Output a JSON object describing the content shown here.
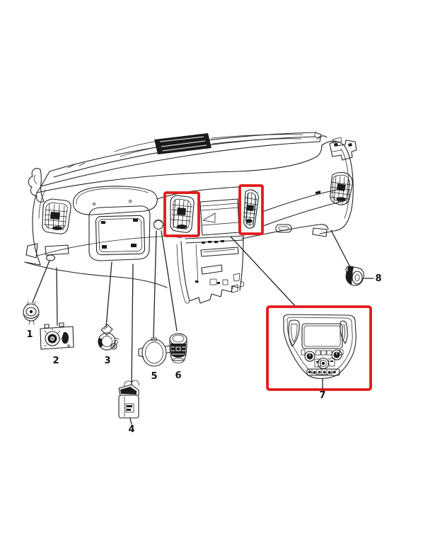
{
  "page": {
    "background_color": "#ffffff"
  },
  "diagram": {
    "kind": "vehicle-dashboard-parts-diagram",
    "line_color": "#232323",
    "highlight_color": "#df1b1b",
    "callouts": [
      {
        "label": "1"
      },
      {
        "label": "2"
      },
      {
        "label": "3"
      },
      {
        "label": "4"
      },
      {
        "label": "5"
      },
      {
        "label": "6"
      },
      {
        "label": "7"
      },
      {
        "label": "8"
      }
    ],
    "highlights": [
      {
        "name": "left-center-vent"
      },
      {
        "name": "right-center-vent"
      },
      {
        "name": "center-stack-bezel-part-7"
      }
    ]
  }
}
